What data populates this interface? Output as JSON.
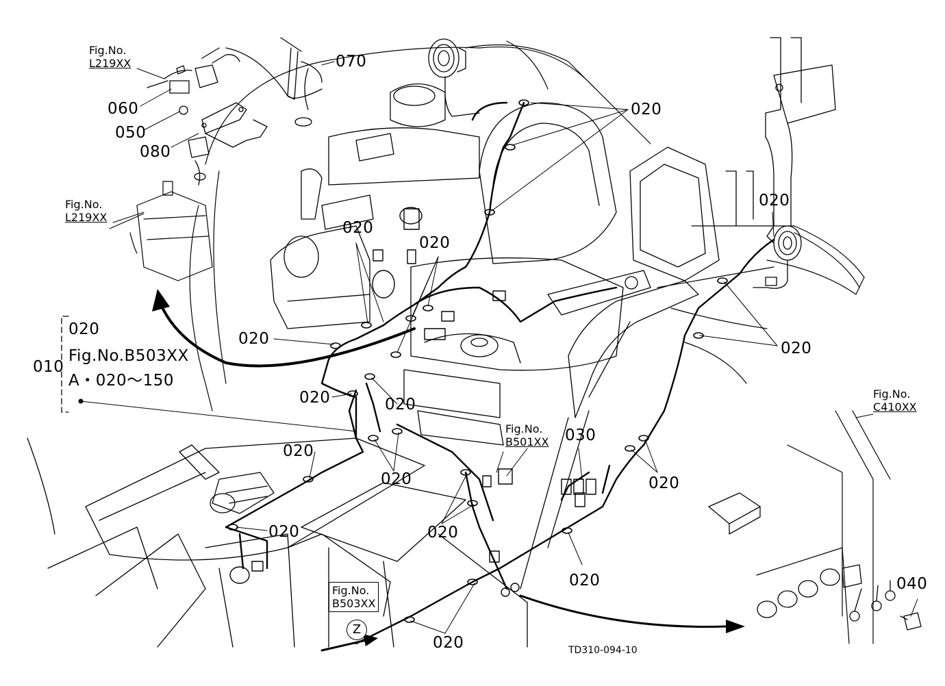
{
  "drawing_code": "TD310-094-10",
  "fig_refs": {
    "l219_top": {
      "title": "Fig.No.",
      "ref": "L219XX"
    },
    "l219_mid": {
      "title": "Fig.No.",
      "ref": "L219XX"
    },
    "c410": {
      "title": "Fig.No.",
      "ref": "C410XX"
    },
    "b501": {
      "title": "Fig.No.",
      "ref": "B501XX"
    },
    "b503_box": {
      "title": "Fig.No.",
      "ref": "B503XX",
      "view": "Z"
    }
  },
  "assembly_note": {
    "part": "010",
    "line1": "020",
    "line2": "Fig.No.B503XX",
    "line3": "A・020～150"
  },
  "part_numbers": {
    "p070": "070",
    "p060": "060",
    "p050": "050",
    "p080": "080",
    "p020_tr": "020",
    "p020_rt": "020",
    "p020_seatleft": "020",
    "p020_mid": "020",
    "p020_left": "020",
    "p020_right": "020",
    "p020_c1": "020",
    "p020_c2": "020",
    "p020_fl": "020",
    "p020_c3": "020",
    "p020_c4": "020",
    "p020_lower": "020",
    "p020_rlow": "020",
    "p020_low2": "020",
    "p020_bot": "020",
    "p030": "030",
    "p040": "040"
  }
}
